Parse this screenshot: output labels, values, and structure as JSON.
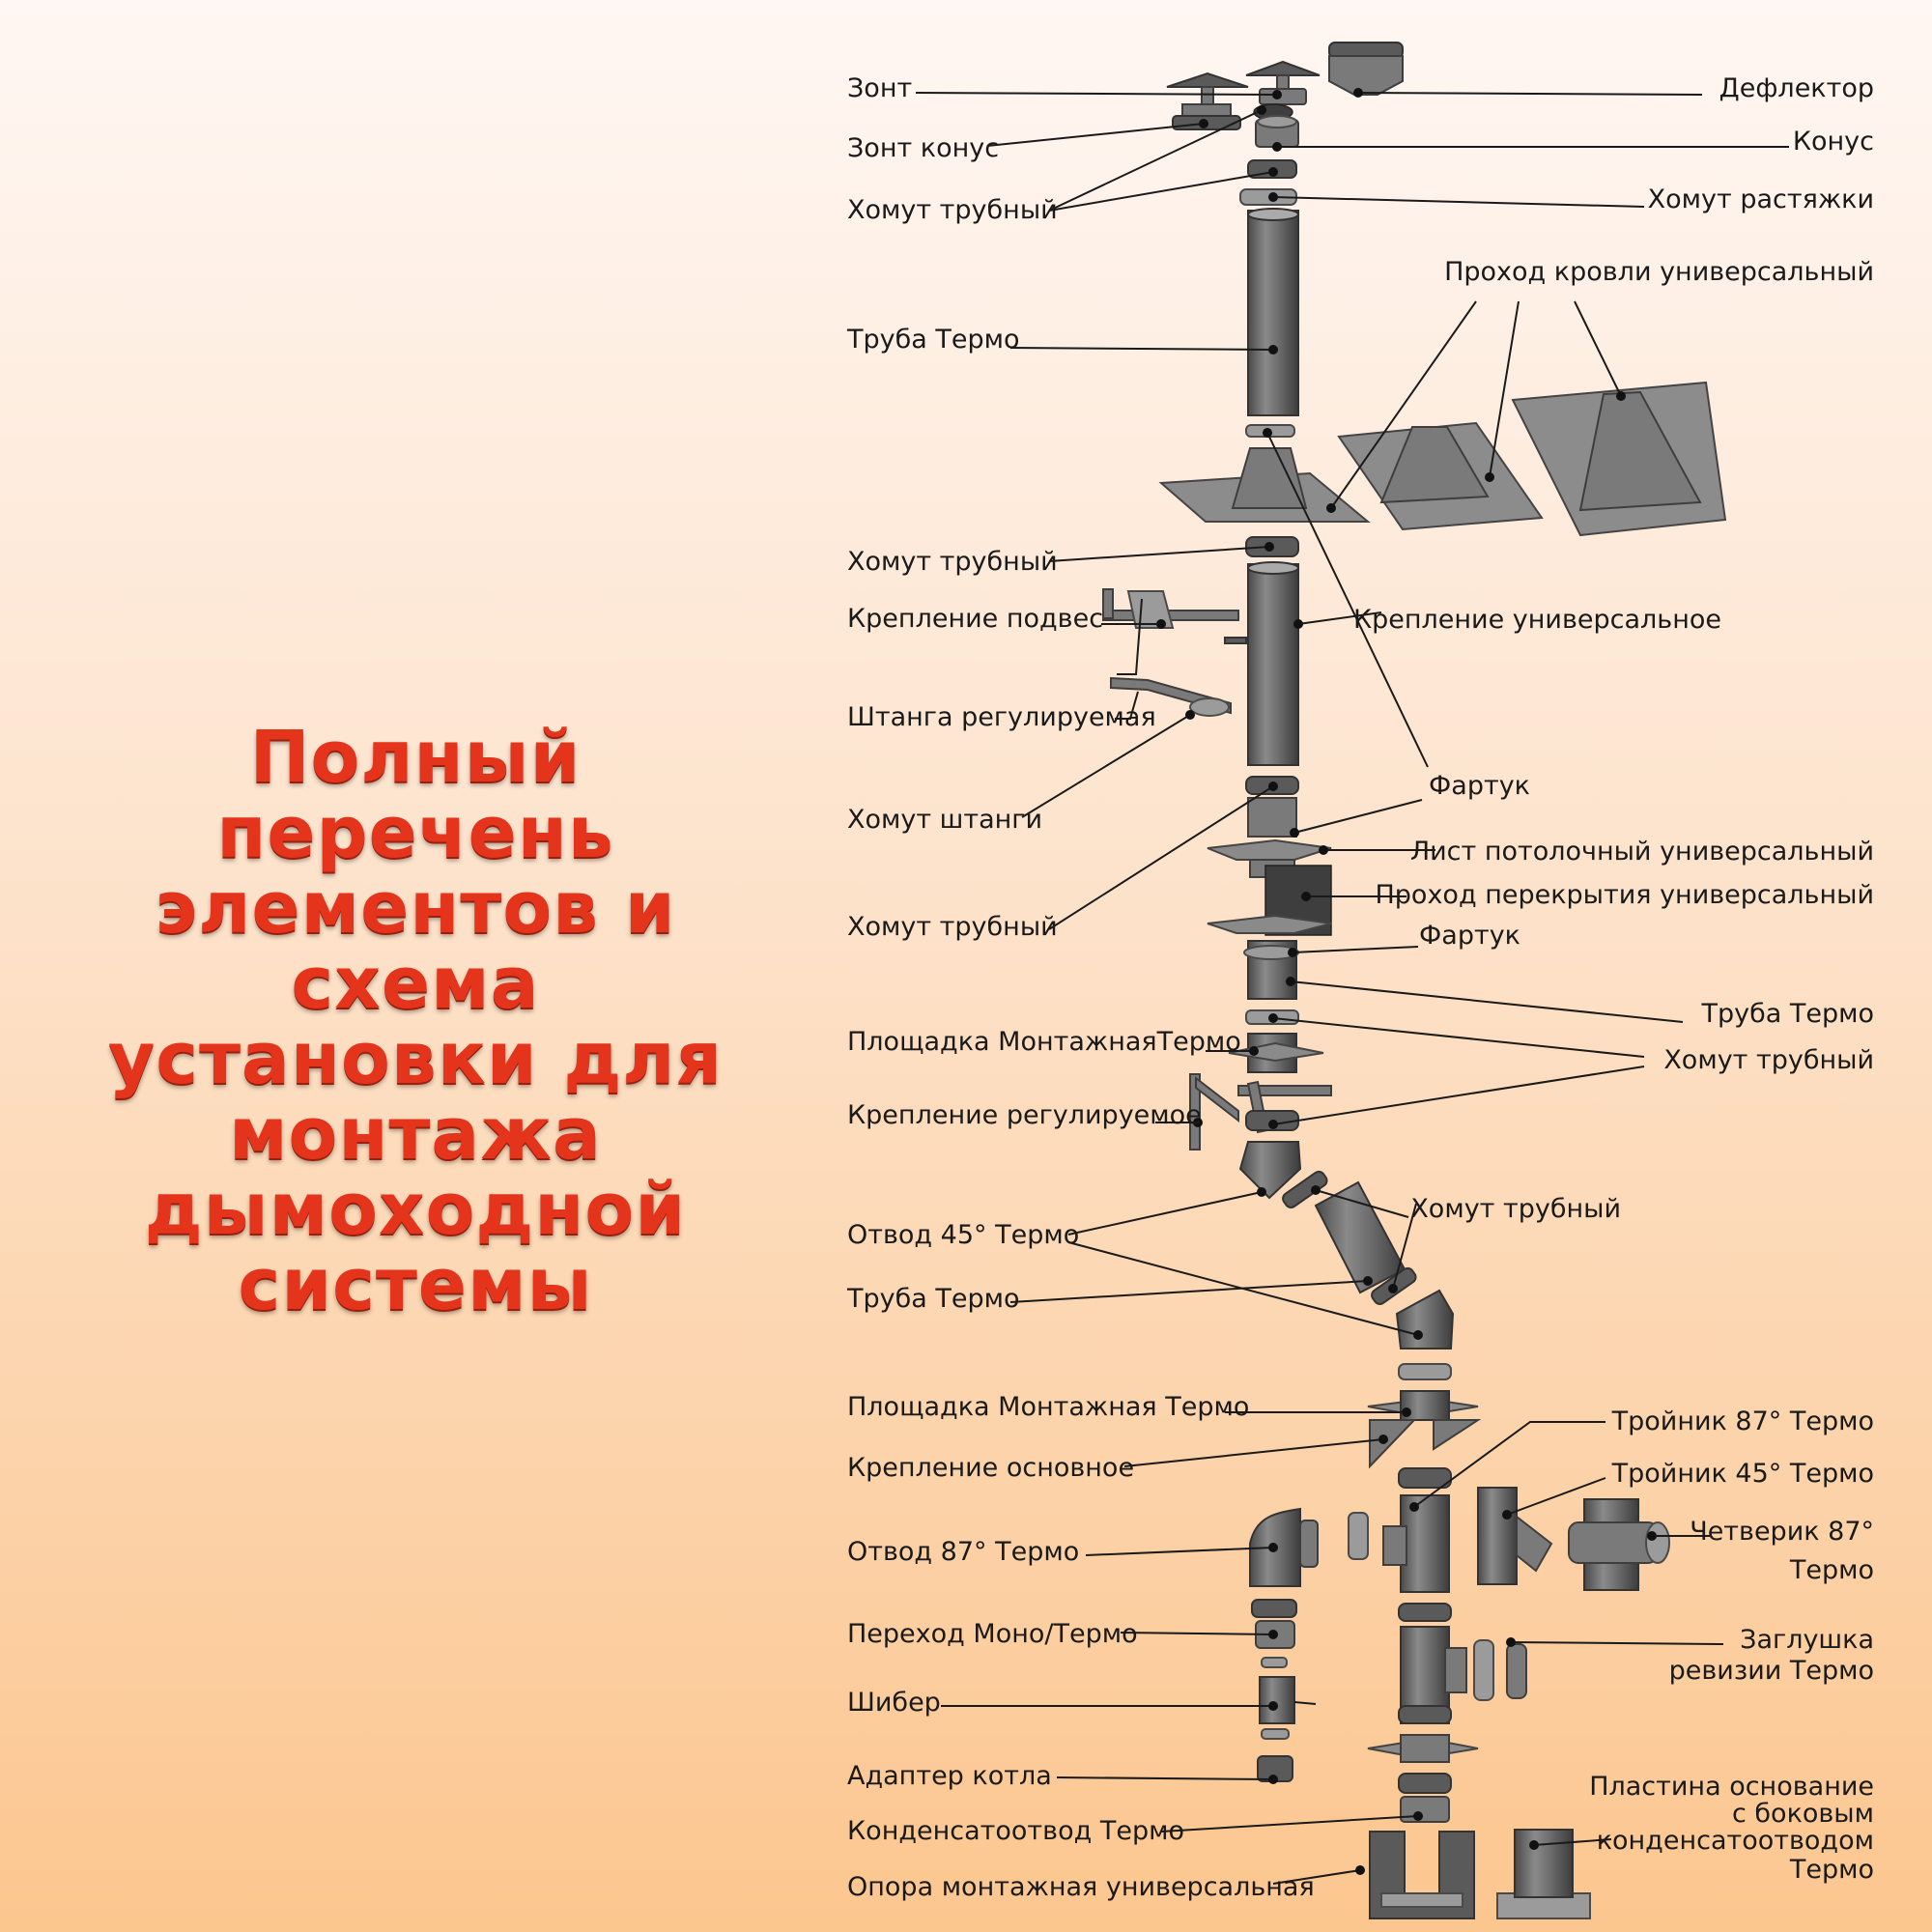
{
  "title": {
    "lines": [
      "Полный перечень",
      "элементов и схема",
      "установки для",
      "монтажа",
      "дымоходной",
      "системы"
    ]
  },
  "labels": {
    "zont": "Зонт",
    "zont_konus": "Зонт конус",
    "homut_trubny": "Хомут трубный",
    "truba_termo": "Труба Термо",
    "krepl_podves": "Крепление подвес",
    "shtanga": "Штанга регулируемая",
    "homut_shtangi": "Хомут штанги",
    "ploshadka_1": "Площадка МонтажнаяТермо",
    "krepl_reg": "Крепление регулируемое",
    "otvod45": "Отвод 45° Термо",
    "ploshadka_2": "Площадка Монтажная Термо",
    "krepl_osn": "Крепление основное",
    "otvod87": "Отвод 87° Термо",
    "perehod": "Переход Моно/Термо",
    "shiber": "Шибер",
    "adapter": "Адаптер котла",
    "kondensat": "Конденсатоотвод Термо",
    "opora": "Опора монтажная универсальная",
    "deflektor": "Дефлектор",
    "konus": "Конус",
    "homut_rast": "Хомут растяжки",
    "prohod_krovli": "Проход кровли универсальный",
    "krepl_univ": "Крепление универсальное",
    "fartuk": "Фартук",
    "list_potol": "Лист потолочный универсальный",
    "prohod_perekr": "Проход перекрытия универсальный",
    "troynik87": "Тройник 87° Термо",
    "troynik45": "Тройник 45° Термо",
    "chetverik_1": "Четверик 87°",
    "chetverik_2": "Термо",
    "zaglushka_1": "Заглушка",
    "zaglushka_2": "ревизии Термо",
    "plastina_1": "Пластина основание",
    "plastina_2": "с боковым",
    "plastina_3": "конденсатоотводом",
    "plastina_4": "Термо"
  }
}
